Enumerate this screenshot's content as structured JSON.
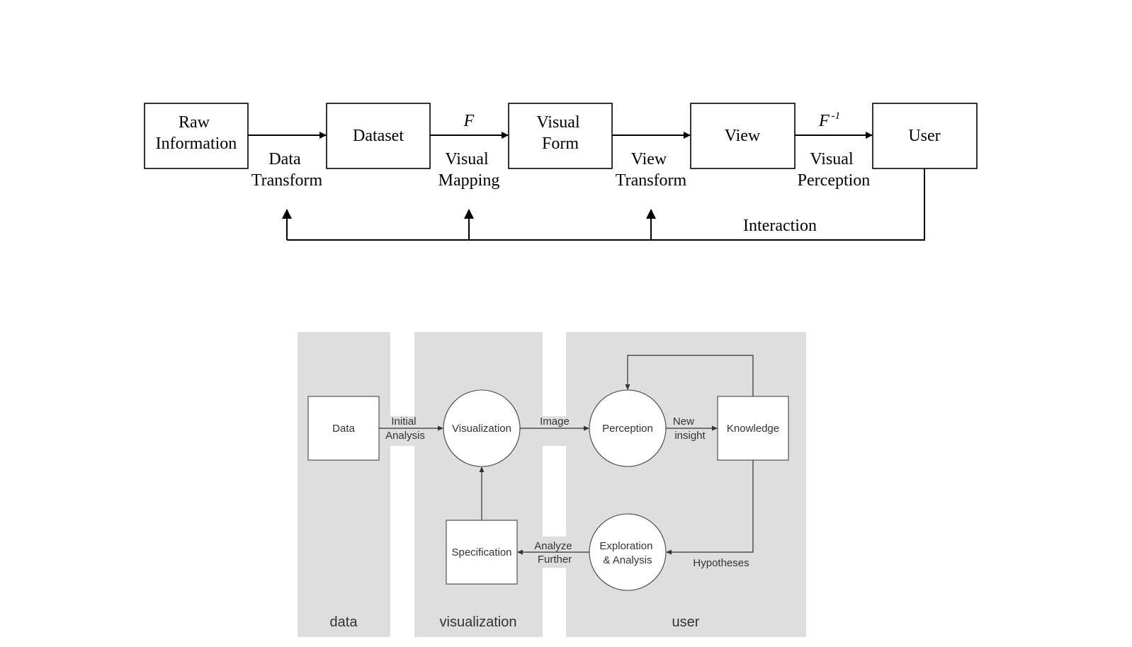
{
  "pipeline": {
    "boxes": {
      "raw_information": [
        "Raw",
        "Information"
      ],
      "dataset": "Dataset",
      "visual_form": [
        "Visual",
        "Form"
      ],
      "view": "View",
      "user": "User"
    },
    "labels": {
      "f": "F",
      "f_inverse_base": "F",
      "f_inverse_sup": "-1",
      "data_transform": [
        "Data",
        "Transform"
      ],
      "visual_mapping": [
        "Visual",
        "Mapping"
      ],
      "view_transform": [
        "View",
        "Transform"
      ],
      "visual_perception": [
        "Visual",
        "Perception"
      ],
      "interaction": "Interaction"
    }
  },
  "model": {
    "panels": {
      "data": "data",
      "visualization": "visualization",
      "user": "user"
    },
    "nodes": {
      "data": "Data",
      "visualization": "Visualization",
      "perception": "Perception",
      "knowledge": "Knowledge",
      "specification": "Specification",
      "exploration": [
        "Exploration",
        "& Analysis"
      ]
    },
    "edges": {
      "initial_analysis": [
        "Initial",
        "Analysis"
      ],
      "image": "Image",
      "new_insight": [
        "New",
        "insight"
      ],
      "analyze_further": [
        "Analyze",
        "Further"
      ],
      "hypotheses": "Hypotheses"
    }
  }
}
